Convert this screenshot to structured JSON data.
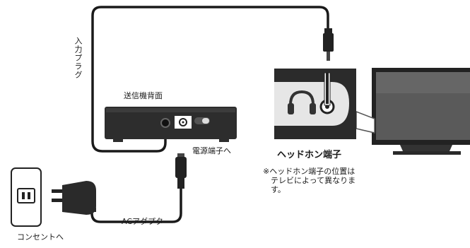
{
  "labels": {
    "input_plug": "入力プラグ",
    "transmitter_back": "送信機背面",
    "power_terminal": "電源端子へ",
    "ac_adapter": "ACアダプター",
    "outlet": "コンセントへ",
    "headphone_terminal": "ヘッドホン端子",
    "note": "※ヘッドホン端子の位置は\n　テレビによって異なりま\n　す。"
  },
  "colors": {
    "cable": "#1a1a1a",
    "device_body": "#2d2d2d",
    "tv_screen": "#555555",
    "callout_fill": "#e6e6e6"
  }
}
